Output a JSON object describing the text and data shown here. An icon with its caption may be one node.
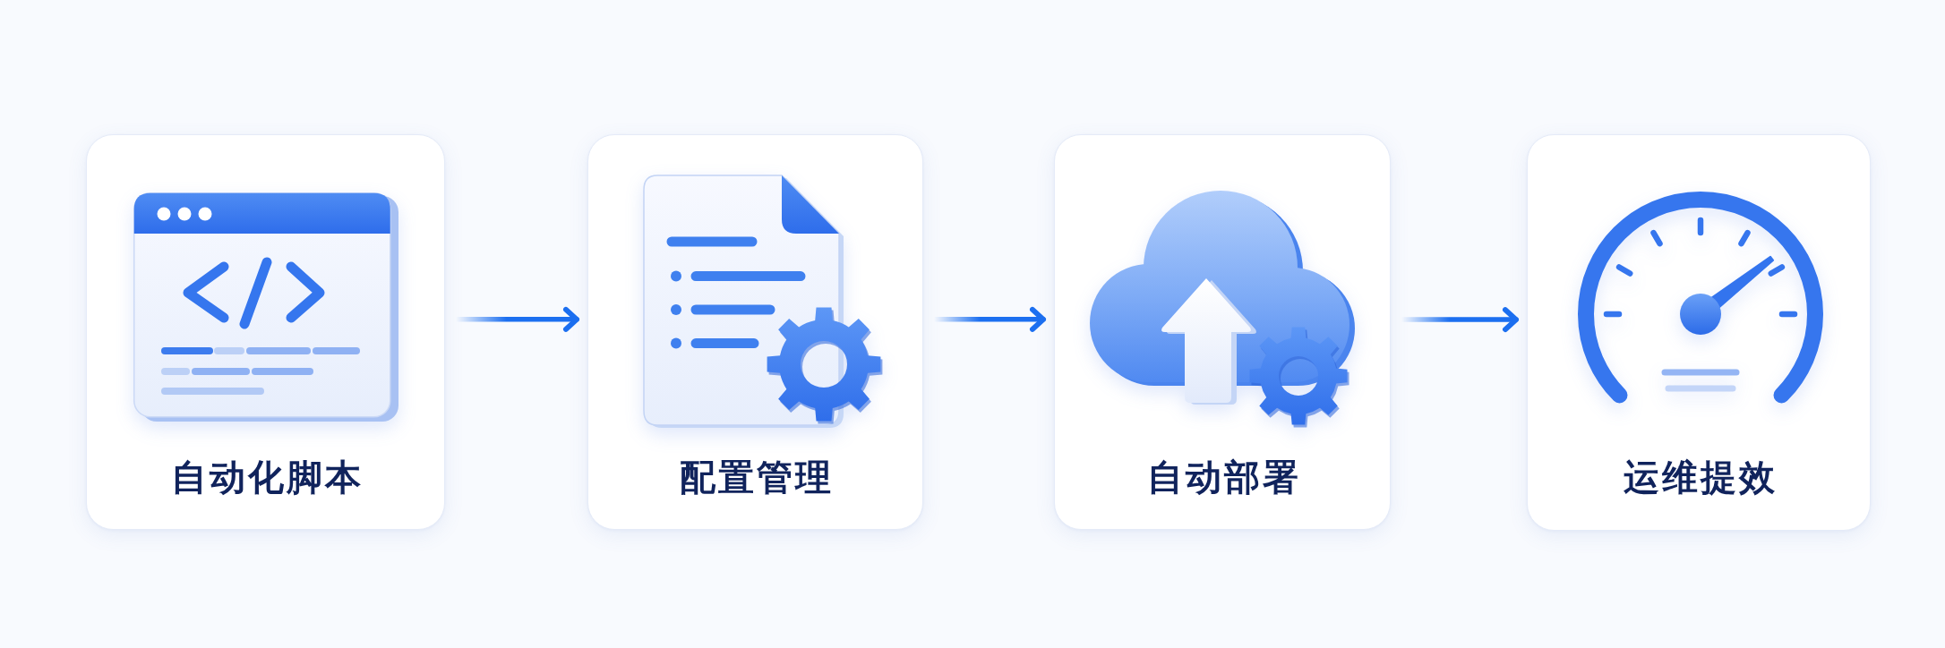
{
  "diagram": {
    "nodes": [
      {
        "text": [
          "自动化脚本"
        ]
      },
      {
        "text": [
          "配置管理"
        ]
      },
      {
        "text": [
          "自动部署"
        ]
      },
      {
        "text": [
          "运维提效"
        ]
      }
    ],
    "edges": [
      {
        "from": 0,
        "to": 1,
        "arrow": "to"
      },
      {
        "from": 1,
        "to": 2,
        "arrow": "to"
      },
      {
        "from": 2,
        "to": 3,
        "arrow": "to"
      }
    ]
  }
}
